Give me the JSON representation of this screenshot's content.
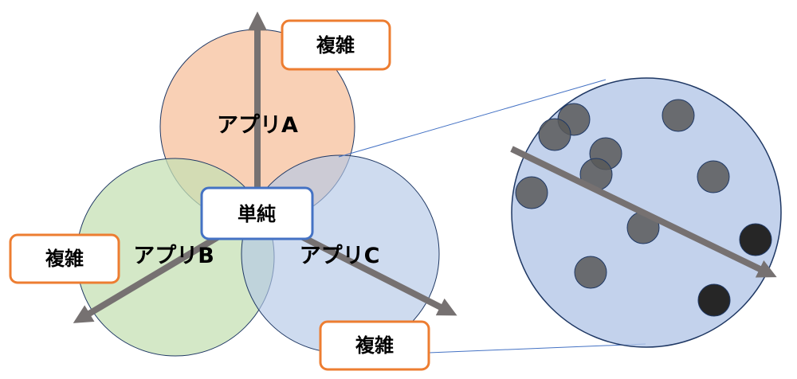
{
  "apps": {
    "a": {
      "label": "アプリA",
      "color": "#F8CBAD"
    },
    "b": {
      "label": "アプリB",
      "color": "#C5E0B4"
    },
    "c": {
      "label": "アプリC",
      "color": "#B4C7E7"
    }
  },
  "center_label": "単純",
  "complex_labels": [
    "複雑",
    "複雑",
    "複雑"
  ],
  "colors": {
    "axis": "#767171",
    "box_border_orange": "#ED7D31",
    "box_border_blue": "#4472C4",
    "circle_stroke": "#1F3864",
    "zoom_fill": "#B4C7E7",
    "dot_fill": "#595959",
    "dot_dark": "#262626"
  }
}
